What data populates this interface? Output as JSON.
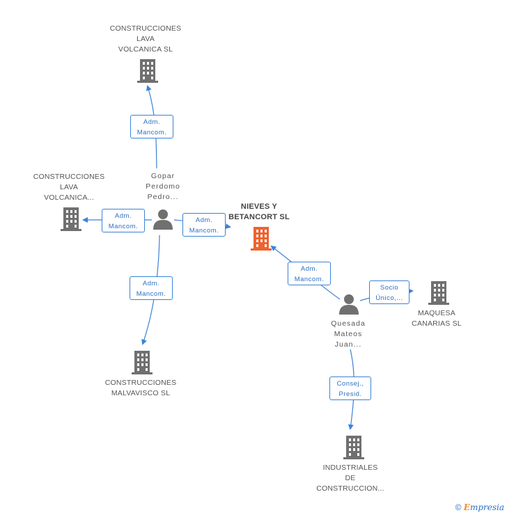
{
  "nodes": {
    "lava_volcanica_top": {
      "label": "CONSTRUCCIONES\nLAVA\nVOLCANICA SL",
      "type": "company"
    },
    "lava_volcanica_left": {
      "label": "CONSTRUCCIONES\nLAVA\nVOLCANICA...",
      "type": "company"
    },
    "gopar": {
      "label": "Gopar\nPerdomo\nPedro...",
      "type": "person"
    },
    "nieves": {
      "label": "NIEVES Y\nBETANCORT SL",
      "type": "company-primary"
    },
    "quesada": {
      "label": "Quesada\nMateos\nJuan...",
      "type": "person"
    },
    "maquesa": {
      "label": "MAQUESA\nCANARIAS SL",
      "type": "company"
    },
    "malvavisco": {
      "label": "CONSTRUCCIONES\nMALVAVISCO SL",
      "type": "company"
    },
    "industriales": {
      "label": "INDUSTRIALES\nDE\nCONSTRUCCION...",
      "type": "company"
    }
  },
  "edges": [
    {
      "from": "gopar",
      "to": "lava_volcanica_top",
      "label": "Adm.\nMancom."
    },
    {
      "from": "gopar",
      "to": "lava_volcanica_left",
      "label": "Adm.\nMancom."
    },
    {
      "from": "gopar",
      "to": "nieves",
      "label": "Adm.\nMancom."
    },
    {
      "from": "gopar",
      "to": "malvavisco",
      "label": "Adm.\nMancom."
    },
    {
      "from": "quesada",
      "to": "nieves",
      "label": "Adm.\nMancom."
    },
    {
      "from": "quesada",
      "to": "maquesa",
      "label": "Socio\nÚnico,..."
    },
    {
      "from": "quesada",
      "to": "industriales",
      "label": "Consej.,\nPresid."
    }
  ],
  "colors": {
    "edge": "#3b82d6",
    "company_icon": "#707070",
    "primary_icon": "#f0622e",
    "person_icon": "#707070"
  },
  "footer": {
    "copyright": "©",
    "brand_first": "E",
    "brand_rest": "mpresia"
  }
}
